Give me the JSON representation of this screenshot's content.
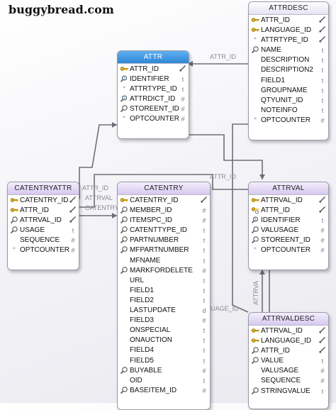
{
  "brand": "buggybread.com",
  "relations": {
    "attr_attrdesc": "ATTR_ID",
    "attr_attrval": "ATTR_ID",
    "catentryattr_attr": "ATTR_ID",
    "catentryattr_attrval": "ATTRVAL",
    "catentryattr_catentry": "CATENTRY",
    "attrvaldesc_attrval": "ATTRVA",
    "attrvaldesc_catentry": "UAGE_ID"
  },
  "entities": {
    "attrdesc": {
      "title": "ATTRDESC",
      "rows": [
        {
          "name": "ATTR_ID",
          "icon": "key",
          "type": "link"
        },
        {
          "name": "LANGUAGE_ID",
          "icon": "key",
          "type": "link"
        },
        {
          "name": "ATTRTYPE_ID",
          "icon": "dot",
          "type": "link"
        },
        {
          "name": "NAME",
          "icon": "search",
          "type": "t"
        },
        {
          "name": "DESCRIPTION",
          "icon": "none",
          "type": "t"
        },
        {
          "name": "DESCRIPTION2",
          "icon": "none",
          "type": "t"
        },
        {
          "name": "FIELD1",
          "icon": "none",
          "type": "t"
        },
        {
          "name": "GROUPNAME",
          "icon": "none",
          "type": "t"
        },
        {
          "name": "QTYUNIT_ID",
          "icon": "none",
          "type": "t"
        },
        {
          "name": "NOTEINFO",
          "icon": "none",
          "type": "t"
        },
        {
          "name": "OPTCOUNTER",
          "icon": "dot",
          "type": "#"
        }
      ]
    },
    "attr": {
      "title": "ATTR",
      "rows": [
        {
          "name": "ATTR_ID",
          "icon": "key",
          "type": "link"
        },
        {
          "name": "IDENTIFIER",
          "icon": "search-fk",
          "type": "t"
        },
        {
          "name": "ATTRTYPE_ID",
          "icon": "dot",
          "type": "t"
        },
        {
          "name": "ATTRDICT_ID",
          "icon": "search-fk",
          "type": "#"
        },
        {
          "name": "STOREENT_ID",
          "icon": "search",
          "type": "#"
        },
        {
          "name": "OPTCOUNTER",
          "icon": "dot",
          "type": "#"
        }
      ]
    },
    "catentryattr": {
      "title": "CATENTRYATTR",
      "rows": [
        {
          "name": "CATENTRY_ID",
          "icon": "key",
          "type": "link"
        },
        {
          "name": "ATTR_ID",
          "icon": "key",
          "type": "link"
        },
        {
          "name": "ATTRVAL_ID",
          "icon": "search",
          "type": "link"
        },
        {
          "name": "USAGE",
          "icon": "search",
          "type": "t"
        },
        {
          "name": "SEQUENCE",
          "icon": "none",
          "type": "#"
        },
        {
          "name": "OPTCOUNTER",
          "icon": "dot",
          "type": "#"
        }
      ]
    },
    "catentry": {
      "title": "CATENTRY",
      "rows": [
        {
          "name": "CATENTRY_ID",
          "icon": "key",
          "type": "link"
        },
        {
          "name": "MEMBER_ID",
          "icon": "search",
          "type": "#"
        },
        {
          "name": "ITEMSPC_ID",
          "icon": "search",
          "type": "#"
        },
        {
          "name": "CATENTTYPE_ID",
          "icon": "search",
          "type": "t"
        },
        {
          "name": "PARTNUMBER",
          "icon": "search",
          "type": "t"
        },
        {
          "name": "MFPARTNUMBER",
          "icon": "search",
          "type": "t"
        },
        {
          "name": "MFNAME",
          "icon": "none",
          "type": "t"
        },
        {
          "name": "MARKFORDELETE",
          "icon": "search",
          "type": "#"
        },
        {
          "name": "URL",
          "icon": "none",
          "type": "t"
        },
        {
          "name": "FIELD1",
          "icon": "none",
          "type": "t"
        },
        {
          "name": "FIELD2",
          "icon": "none",
          "type": "t"
        },
        {
          "name": "LASTUPDATE",
          "icon": "none",
          "type": "d"
        },
        {
          "name": "FIELD3",
          "icon": "none",
          "type": "#"
        },
        {
          "name": "ONSPECIAL",
          "icon": "none",
          "type": "t"
        },
        {
          "name": "ONAUCTION",
          "icon": "none",
          "type": "t"
        },
        {
          "name": "FIELD4",
          "icon": "none",
          "type": "t"
        },
        {
          "name": "FIELD5",
          "icon": "none",
          "type": "t"
        },
        {
          "name": "BUYABLE",
          "icon": "search",
          "type": "#"
        },
        {
          "name": "OID",
          "icon": "none",
          "type": "t"
        },
        {
          "name": "BASEITEM_ID",
          "icon": "search",
          "type": "#"
        }
      ]
    },
    "attrval": {
      "title": "ATTRVAL",
      "rows": [
        {
          "name": "ATTRVAL_ID",
          "icon": "key",
          "type": "link"
        },
        {
          "name": "ATTR_ID",
          "icon": "key-fk",
          "type": "link"
        },
        {
          "name": "IDENTIFIER",
          "icon": "search-fk",
          "type": "t"
        },
        {
          "name": "VALUSAGE",
          "icon": "search",
          "type": "#"
        },
        {
          "name": "STOREENT_ID",
          "icon": "search",
          "type": "#"
        },
        {
          "name": "OPTCOUNTER",
          "icon": "dot",
          "type": "#"
        }
      ]
    },
    "attrvaldesc": {
      "title": "ATTRVALDESC",
      "rows": [
        {
          "name": "ATTRVAL_ID",
          "icon": "key",
          "type": "link"
        },
        {
          "name": "LANGUAGE_ID",
          "icon": "key",
          "type": "link"
        },
        {
          "name": "ATTR_ID",
          "icon": "search",
          "type": "link"
        },
        {
          "name": "VALUE",
          "icon": "search",
          "type": "t"
        },
        {
          "name": "VALUSAGE",
          "icon": "none",
          "type": "#"
        },
        {
          "name": "SEQUENCE",
          "icon": "none",
          "type": "#"
        },
        {
          "name": "STRINGVALUE",
          "icon": "search",
          "type": "t"
        }
      ]
    }
  }
}
